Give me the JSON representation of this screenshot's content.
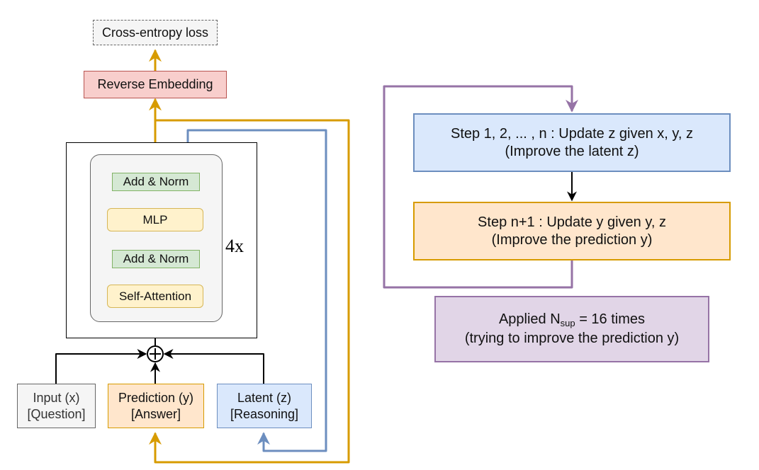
{
  "loss": {
    "label": "Cross-entropy loss"
  },
  "reverse_embedding": {
    "label": "Reverse Embedding"
  },
  "block": {
    "repeat_label": "4x",
    "layers": {
      "add_norm_top": "Add & Norm",
      "mlp": "MLP",
      "add_norm_bottom": "Add & Norm",
      "self_attention": "Self-Attention"
    }
  },
  "inputs": {
    "input_x": {
      "line1": "Input (x)",
      "line2": "[Question]"
    },
    "prediction_y": {
      "line1": "Prediction (y)",
      "line2": "[Answer]"
    },
    "latent_z": {
      "line1": "Latent (z)",
      "line2": "[Reasoning]"
    }
  },
  "process": {
    "step_latent": {
      "line1": "Step 1, 2, ... , n : Update z given x, y, z",
      "line2": "(Improve the latent z)"
    },
    "step_prediction": {
      "line1": "Step n+1 : Update y given y, z",
      "line2": "(Improve the prediction y)"
    },
    "applied": {
      "prefix": "Applied N",
      "subscript": "sup",
      "suffix": " = 16 times",
      "line2": "(trying to improve the prediction y)"
    }
  },
  "colors": {
    "orange_arrow": "#d79b00",
    "blue_arrow": "#6c8ebf",
    "purple_arrow": "#9673a6",
    "black_arrow": "#000000"
  }
}
